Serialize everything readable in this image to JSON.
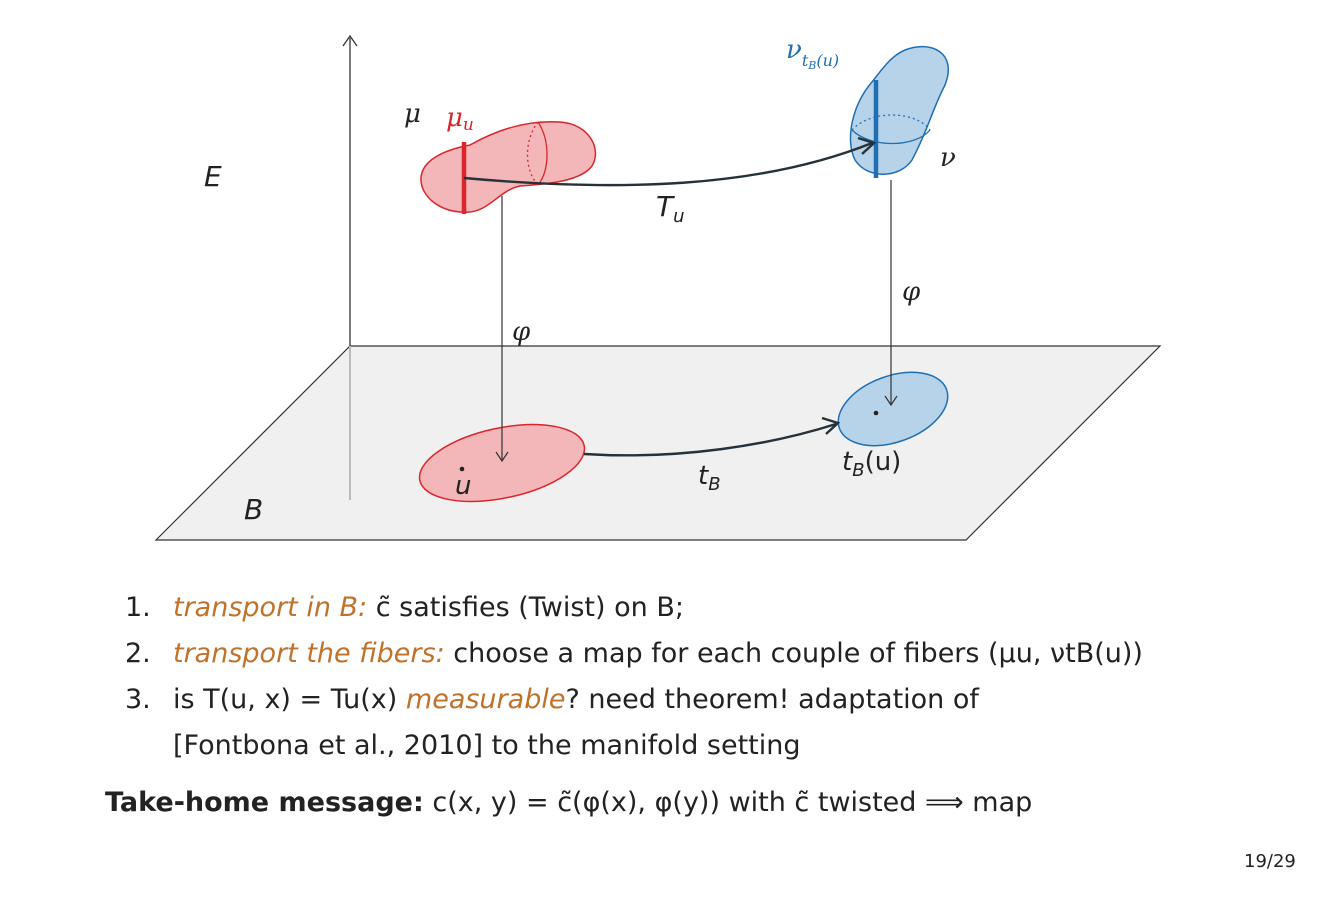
{
  "diagram": {
    "label_E": "E",
    "label_B": "B",
    "label_mu": "μ",
    "label_mu_u": "μu",
    "label_nu": "ν",
    "label_nu_tb": "νtB(u)",
    "label_Tu": "Tu",
    "label_phi_left": "φ",
    "label_phi_right": "φ",
    "label_u": "u",
    "label_tB": "tB",
    "label_tB_u": "tB(u)",
    "colors": {
      "red": "#d9252b",
      "red_fill": "#f3b6b9",
      "blue": "#1f6fb2",
      "blue_fill": "#b7d3ea",
      "plane": "#f0f0f0",
      "dark": "#263238"
    }
  },
  "items": [
    {
      "num": "1.",
      "lead": "transport in B:",
      "rest": "c̃ satisfies (Twist) on B;"
    },
    {
      "num": "2.",
      "lead": "transport the fibers:",
      "rest": "choose a map for each couple of fibers (μu, νtB(u))"
    },
    {
      "num": "3.",
      "pre": "is T(u, x) = Tu(x)",
      "lead": "measurable",
      "rest": "? need theorem! adaptation of",
      "line2": "[Fontbona et al., 2010] to the manifold setting"
    }
  ],
  "takehome": {
    "label": "Take-home message:",
    "text": "c(x, y) = c̃(φ(x), φ(y)) with c̃ twisted ⟹ map"
  },
  "page": "19/29"
}
